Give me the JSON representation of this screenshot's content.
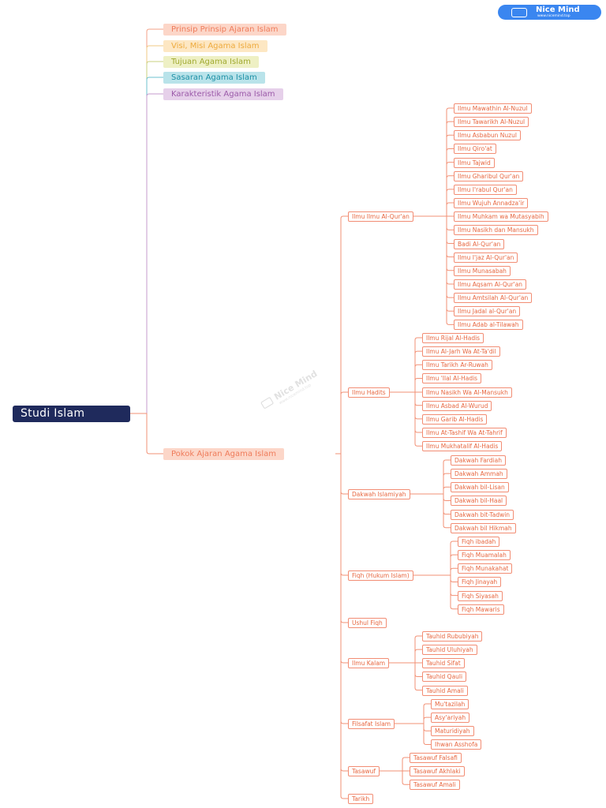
{
  "brand": {
    "title": "Nice Mind",
    "url": "www.nicemind.top"
  },
  "watermark": {
    "title": "Nice Mind",
    "url": "www.nicemind.top"
  },
  "colors": {
    "root_bg": "#1f2a5c",
    "line_main": "#f29075",
    "leaf_border": "#f28d74",
    "leaf_text": "#e7663f",
    "brand_bg": "#3a86f0"
  },
  "root": "Studi Islam",
  "topics": [
    {
      "label": "Prinsip Prinsip Ajaran Islam",
      "bg": "#fcd6c8",
      "fg": "#ef7c5b",
      "line": "#f3a287"
    },
    {
      "label": "Visi, Misi Agama Islam",
      "bg": "#fde7c3",
      "fg": "#eeaa3c",
      "line": "#f2c884"
    },
    {
      "label": "Tujuan Agama Islam",
      "bg": "#eef0c4",
      "fg": "#a0a92f",
      "line": "#c9d07f"
    },
    {
      "label": "Sasaran Agama Islam",
      "bg": "#b9e3ea",
      "fg": "#1b8fa5",
      "line": "#6cc1cf"
    },
    {
      "label": "Karakteristik Agama Islam",
      "bg": "#e6d0ea",
      "fg": "#9b5aa9",
      "line": "#c49bce"
    },
    {
      "label": "Pokok Ajaran Agama Islam",
      "bg": "#fcd6c8",
      "fg": "#ef7c5b",
      "line": "#f29075"
    }
  ],
  "branches": [
    {
      "label": "Ilmu Ilmu Al-Qur'an",
      "children": [
        "Ilmu Mawathin Al-Nuzul",
        "Ilmu Tawarikh Al-Nuzul",
        "Ilmu Asbabun Nuzul",
        "Ilmu Qiro'at",
        "Ilmu Tajwid",
        "Ilmu Gharibul Qur'an",
        "Ilmu I'rabul Qur'an",
        "Ilmu Wujuh Annadza'ir",
        "Ilmu Muhkam wa Mutasyabih",
        "Ilmu Nasikh dan Mansukh",
        "Badi Al-Qur'an",
        "Ilmu I'jaz Al-Qur'an",
        "Ilmu Munasabah",
        "Ilmu Aqsam Al-Qur'an",
        "Ilmu Amtsilah Al-Qur'an",
        "Ilmu Jadal al-Qur'an",
        "Ilmu Adab al-Tilawah"
      ]
    },
    {
      "label": "Ilmu Hadits",
      "children": [
        "Ilmu Rijal Al-Hadis",
        "Ilmu Al-Jarh Wa At-Ta'dil",
        "Ilmu Tarikh Ar-Ruwah",
        "Ilmu 'Ilal Al-Hadis",
        "Ilmu Nasikh Wa Al-Mansukh",
        "Ilmu Asbad Al-Wurud",
        "Ilmu Garib Al-Hadis",
        "Ilmu At-Tashif Wa At-Tahrif",
        "Ilmu Mukhatalif Al-Hadis"
      ]
    },
    {
      "label": "Dakwah Islamiyah",
      "children": [
        "Dakwah Fardiah",
        "Dakwah Ammah",
        "Dakwah bil-Lisan",
        "Dakwah bil-Haal",
        "Dakwah bit-Tadwin",
        "Dakwah bil Hikmah"
      ]
    },
    {
      "label": "Fiqh (Hukum Islam)",
      "children": [
        "Fiqh ibadah",
        "Fiqh Muamalah",
        "Fiqh Munakahat",
        "Fiqh Jinayah",
        "Fiqh Siyasah",
        "Fiqh Mawaris"
      ]
    },
    {
      "label": "Ushul Fiqh",
      "children": []
    },
    {
      "label": "Ilmu Kalam",
      "children": [
        "Tauhid Rububiyah",
        "Tauhid Uluhiyah",
        "Tauhid Sifat",
        "Tauhid Qauli",
        "Tauhid Amali"
      ]
    },
    {
      "label": "Filsafat Islam",
      "children": [
        "Mu'tazilah",
        "Asy'ariyah",
        "Maturidiyah",
        "Ihwan Asshofa"
      ]
    },
    {
      "label": "Tasawuf",
      "children": [
        "Tasawuf Falsafi",
        "Tasawuf Akhlaki",
        "Tasawuf Amali"
      ]
    },
    {
      "label": "Tarikh",
      "children": []
    }
  ]
}
